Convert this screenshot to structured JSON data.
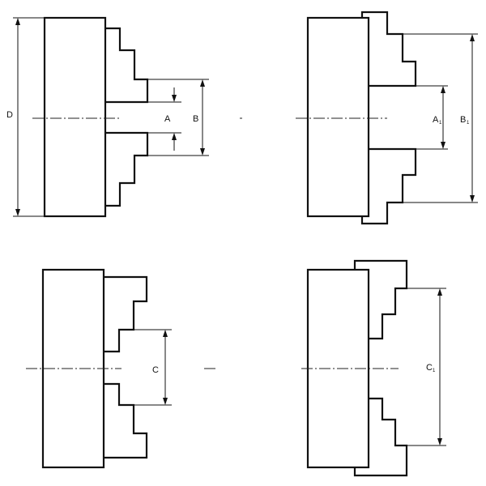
{
  "labels": {
    "D": "D",
    "A": "A",
    "B": "B",
    "A1": "A",
    "A1_sub": "1",
    "B1": "B",
    "B1_sub": "1",
    "C": "C",
    "C1": "C",
    "C1_sub": "1"
  },
  "colors": {
    "line": "#111111",
    "background": "#ffffff"
  }
}
